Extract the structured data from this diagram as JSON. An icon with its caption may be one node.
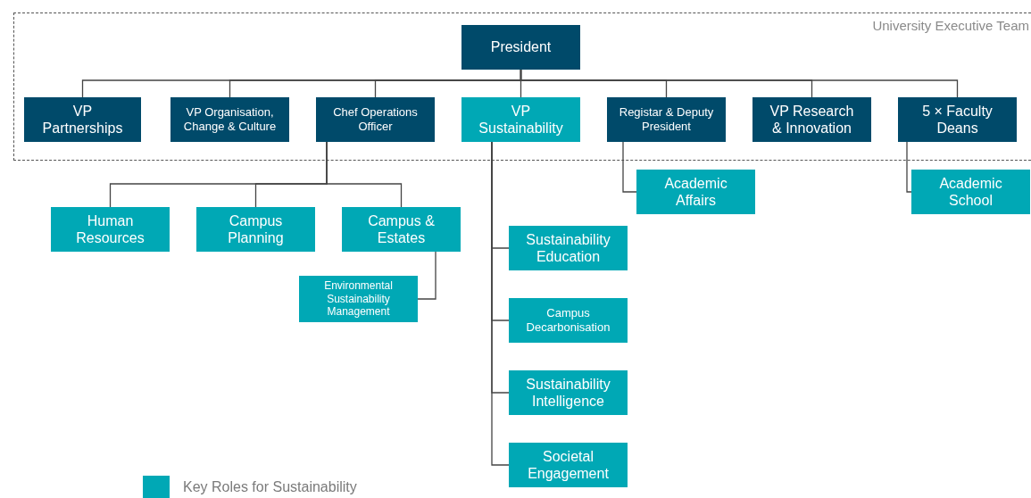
{
  "diagram": {
    "nodes": [
      {
        "text": [
          "University Executive Team"
        ]
      },
      {
        "text": [
          "President"
        ],
        "in": 0
      },
      {
        "text": [
          "VP Partnerships"
        ],
        "in": 0
      },
      {
        "text": [
          "VP Organisation, Change & Culture"
        ],
        "in": 0
      },
      {
        "text": [
          "Chef Operations Officer"
        ],
        "in": 0
      },
      {
        "text": [
          "VP Sustainability"
        ],
        "in": 0
      },
      {
        "text": [
          "Registar & Deputy President"
        ],
        "in": 0
      },
      {
        "text": [
          "VP Research & Innovation"
        ],
        "in": 0
      },
      {
        "text": [
          "5 × Faculty Deans"
        ],
        "in": 0
      },
      {
        "text": [
          "Human Resources"
        ]
      },
      {
        "text": [
          "Campus Planning"
        ]
      },
      {
        "text": [
          "Campus & Estates"
        ]
      },
      {
        "text": [
          "Environmental Sustainability Management"
        ]
      },
      {
        "text": [
          "Academic Affairs"
        ]
      },
      {
        "text": [
          "Academic School"
        ]
      },
      {
        "text": [
          "Sustainability Education"
        ]
      },
      {
        "text": [
          "Campus Decarbonisation"
        ]
      },
      {
        "text": [
          "Sustainability Intelligence"
        ]
      },
      {
        "text": [
          "Societal Engagement"
        ]
      }
    ],
    "edges": [
      {
        "from": 1,
        "to": 2,
        "arrow": "none"
      },
      {
        "from": 1,
        "to": 3,
        "arrow": "none"
      },
      {
        "from": 1,
        "to": 4,
        "arrow": "none"
      },
      {
        "from": 1,
        "to": 5,
        "arrow": "none"
      },
      {
        "from": 1,
        "to": 6,
        "arrow": "none"
      },
      {
        "from": 1,
        "to": 7,
        "arrow": "none"
      },
      {
        "from": 1,
        "to": 8,
        "arrow": "none"
      },
      {
        "from": 4,
        "to": 9,
        "arrow": "none"
      },
      {
        "from": 4,
        "to": 10,
        "arrow": "none"
      },
      {
        "from": 4,
        "to": 11,
        "arrow": "none"
      },
      {
        "from": 11,
        "to": 12,
        "arrow": "none"
      },
      {
        "from": 6,
        "to": 13,
        "arrow": "none"
      },
      {
        "from": 8,
        "to": 14,
        "arrow": "none"
      },
      {
        "from": 5,
        "to": 15,
        "arrow": "none"
      },
      {
        "from": 5,
        "to": 16,
        "arrow": "none"
      },
      {
        "from": 5,
        "to": 17,
        "arrow": "none"
      },
      {
        "from": 5,
        "to": 18,
        "arrow": "none"
      }
    ],
    "legend": [
      {
        "text": "Key Roles for Sustainability",
        "color": "#00a8b5"
      }
    ]
  }
}
